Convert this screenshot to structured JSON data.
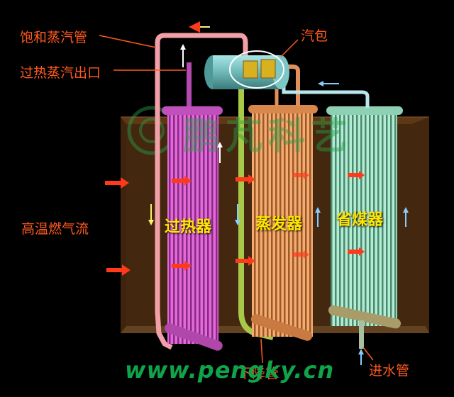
{
  "labels": {
    "saturated_steam_pipe": "饱和蒸汽管",
    "superheated_steam_outlet": "过热蒸汽出口",
    "steam_drum": "汽包",
    "hot_gas_flow": "高温燃气流",
    "downcomer": "下降管",
    "water_inlet_pipe": "进水管"
  },
  "components": {
    "superheater": "过热器",
    "evaporator": "蒸发器",
    "economizer": "省煤器"
  },
  "watermark": {
    "url": "www.pengky.cn",
    "brand": "鹏芃科艺"
  },
  "colors": {
    "superheater": "#d254c8",
    "evaporator": "#f0a060",
    "economizer": "#9fe0c0",
    "saturated_pipe": "#f2a0a8",
    "drum": "#78c8c8",
    "downcomer": "#a8c848",
    "label": "#ff5a1e",
    "component_label": "#ffe600",
    "gas_arrow": "#ff3a1a",
    "watermark": "#0fa34a"
  }
}
